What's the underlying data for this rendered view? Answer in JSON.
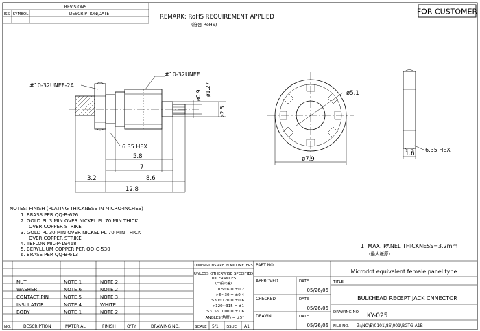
{
  "title_block": {
    "for_customer": "FOR CUSTOMER",
    "remark": "REMARK: RoHS REQUIREMENT APPLIED",
    "remark_cn": "(符合 RoHS)"
  },
  "revisions": {
    "header": "REVISIONS",
    "col_iss": "ISS",
    "col_symbol": "SYMBOL",
    "col_desc": "DESCRIPTION\\DATE"
  },
  "callouts": {
    "thread_left": "#10-32UNEF-2A",
    "thread_right": "#10-32UNEF",
    "hex_left": "6.35 HEX",
    "hex_right": "6.35 HEX",
    "dia_09": "ø0.9",
    "dia_127": "ø1.27",
    "dia_25": "ø2.5",
    "dia_51": "ø5.1",
    "dia_79": "ø7.9",
    "dim_58": "5.8",
    "dim_7": "7",
    "dim_32": "3.2",
    "dim_86": "8.6",
    "dim_128": "12.8",
    "dim_16": "1.6"
  },
  "notes": {
    "header": "NOTES: FINISH (PLATING THICKNESS IN MICRO-INCHES)",
    "lines": [
      "1. BRASS PER QQ-B-626",
      "2. GOLD PL 3 MIN OVER NICKEL PL 70 MIN THICK",
      "    OVER COPPER STRIKE",
      "3. GOLD PL 30 MIN OVER NICKEL PL 70 MIN THICK",
      "    OVER COPPER STRIKE",
      "4. TEFLON MIL-P-19468",
      "5. BERYLLIUM COPPER PER QQ-C-530",
      "6. BRASS PER QQ-B-613"
    ],
    "panel_note": "1. MAX. PANEL THICKNESS=3.2mm",
    "panel_note_cn": "(最大板厚)"
  },
  "bom": {
    "headers": {
      "no": "NO.",
      "description": "DESCRIPTION",
      "material": "MATERIAL",
      "finish": "FINISH",
      "qty": "Q'TY",
      "drawing_no": "DRAWING NO."
    },
    "rows": [
      {
        "description": "NUT",
        "material": "NOTE 1",
        "finish": "NOTE 2"
      },
      {
        "description": "WASHER",
        "material": "NOTE 6",
        "finish": "NOTE 2"
      },
      {
        "description": "CONTACT PIN",
        "material": "NOTE 5",
        "finish": "NOTE 3"
      },
      {
        "description": "INSULATOR",
        "material": "NOTE 4",
        "finish": "WHITE"
      },
      {
        "description": "BODY",
        "material": "NOTE 1",
        "finish": "NOTE 2"
      }
    ]
  },
  "tolerances": {
    "units": "DIMENSIONS ARE IN MILLIMETERS",
    "unless": "UNLESS OTHERWISE SPECIFIED",
    "label": "TOLERANCES",
    "label_cn": "(一般公差)",
    "rows": [
      "0.5~6 = ±0.2",
      ">6~30 = ±0.4",
      ">30~120 = ±0.6",
      ">120~315 = ±1",
      ">315~1000 = ±1.6"
    ],
    "angles": "ANGLES(角度) = ±5°",
    "scale_label": "SCALE",
    "scale": "5/1",
    "issue_label": "ISSUE",
    "issue": "A1"
  },
  "approvals": {
    "part_no": "PART NO.",
    "approved": "APPROVED",
    "checked": "CHECKED",
    "drawn": "DRAWN",
    "date_label": "DATE",
    "date_approved": "05/26/06",
    "date_checked": "05/26/06",
    "date_drawn": "05/26/06",
    "description": "Microdot equivalent female panel type",
    "title_label": "TITLE",
    "title": "BULKHEAD RECEPT JACK CNNECTOR",
    "drawing_no_label": "DRAWING NO.",
    "drawing_no": "KY-025",
    "file_no_label": "FILE NO.",
    "file_no": "Z:\\NO\\B\\0101\\86\\001\\BGTG-A1B"
  }
}
